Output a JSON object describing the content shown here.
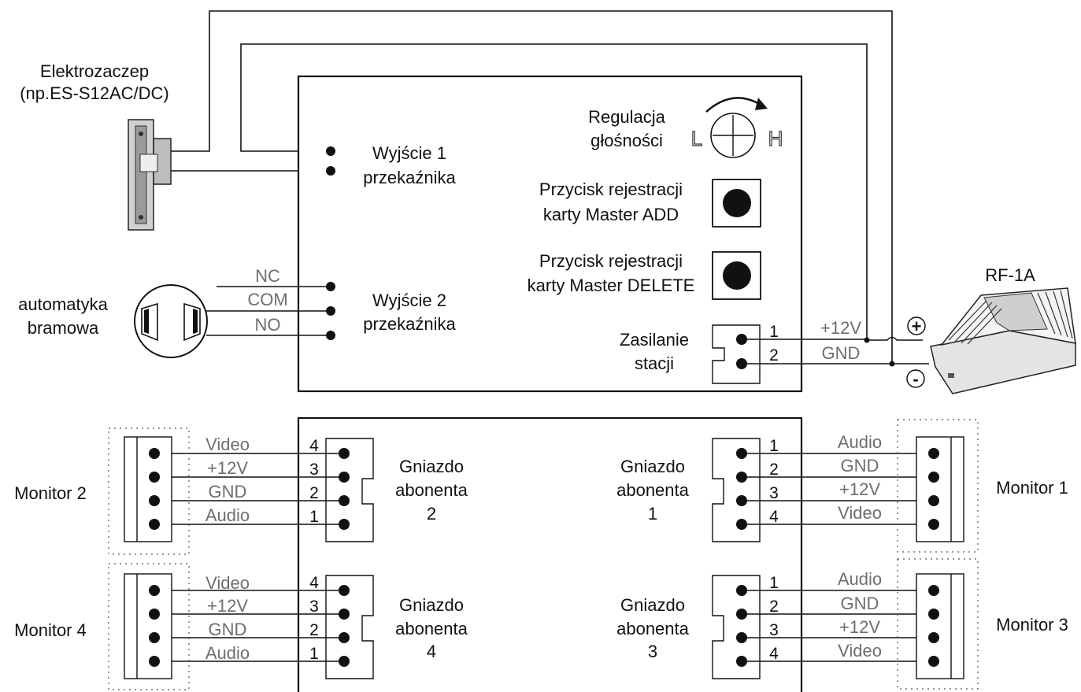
{
  "strike": {
    "title_line1": "Elektrozaczep",
    "title_line2": "(np.ES-S12AC/DC)"
  },
  "gate": {
    "title_line1": "automatyka",
    "title_line2": "bramowa",
    "nc": "NC",
    "com": "COM",
    "no": "NO"
  },
  "station": {
    "relay1_line1": "Wyjście 1",
    "relay1_line2": "przekaźnika",
    "relay2_line1": "Wyjście 2",
    "relay2_line2": "przekaźnika",
    "volume_line1": "Regulacja",
    "volume_line2": "głośności",
    "volume_low": "L",
    "volume_high": "H",
    "add_line1": "Przycisk rejestracji",
    "add_line2": "karty Master ADD",
    "del_line1": "Przycisk rejestracji",
    "del_line2": "karty Master DELETE",
    "power_line1": "Zasilanie",
    "power_line2": "stacji",
    "power_pin1": "1",
    "power_pin2": "2",
    "wire_12v": "+12V",
    "wire_gnd": "GND"
  },
  "psu": {
    "name": "RF-1A",
    "plus": "+",
    "minus": "-"
  },
  "sockets": {
    "word1": "Gniazdo",
    "word2": "abonenta",
    "num1": "1",
    "num2": "2",
    "num3": "3",
    "num4": "4",
    "pins": [
      "1",
      "2",
      "3",
      "4"
    ],
    "signals": [
      "Audio",
      "GND",
      "+12V",
      "Video"
    ]
  },
  "monitors": {
    "m1": "Monitor 1",
    "m2": "Monitor 2",
    "m3": "Monitor 3",
    "m4": "Monitor 4"
  }
}
